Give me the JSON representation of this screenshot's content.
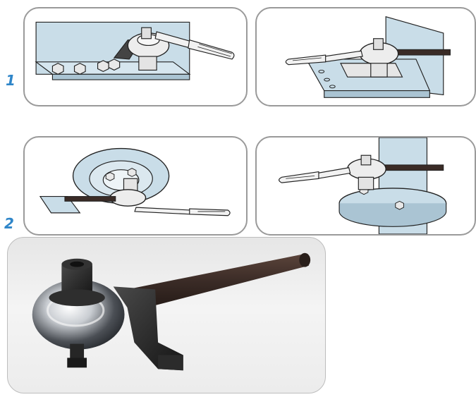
{
  "steps": [
    {
      "label": "1"
    },
    {
      "label": "2"
    }
  ],
  "colors": {
    "accent": "#2f86c9",
    "plate": "#c9dde8",
    "panel_border": "#9a9a9a",
    "line": "#222222",
    "multiplier_bar": "#3a2b26"
  },
  "icons": {
    "step1_left": "torque-multiplier-on-wall-plate-illustration",
    "step1_right": "torque-multiplier-on-machine-base-illustration",
    "step2_left": "torque-multiplier-on-wheel-hub-illustration",
    "step2_right": "torque-multiplier-on-pipe-flange-illustration",
    "product_photo": "torque-multiplier-product-photo"
  }
}
